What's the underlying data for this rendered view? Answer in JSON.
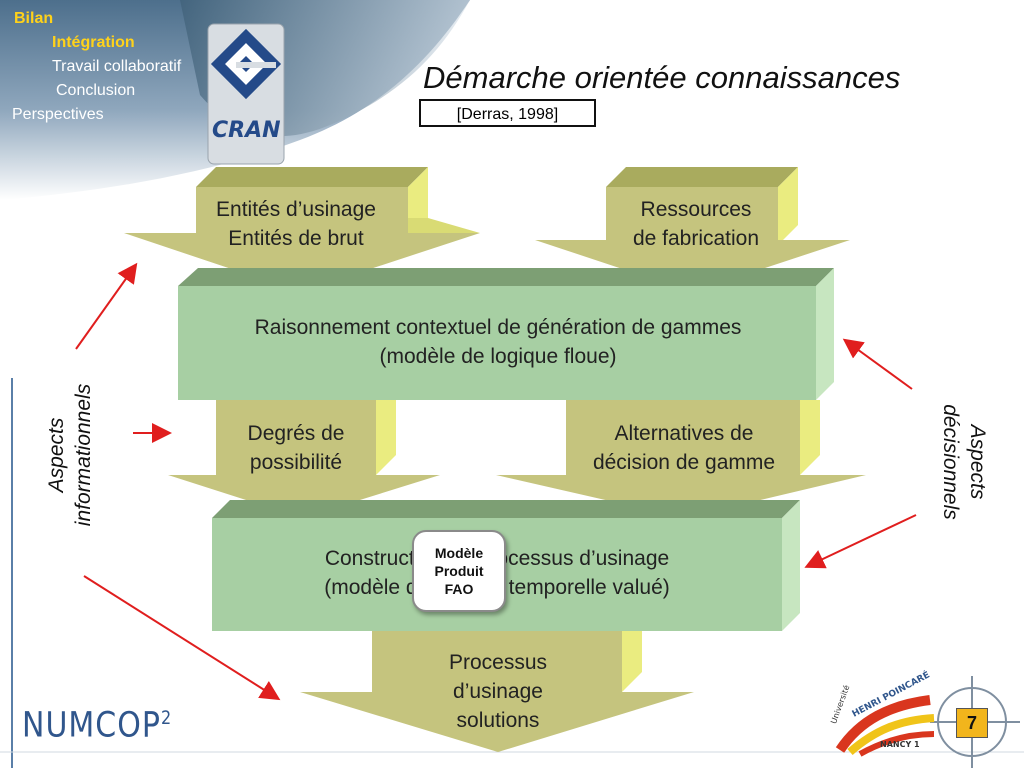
{
  "nav": {
    "items": [
      {
        "label": "Bilan",
        "active": true
      },
      {
        "label": "Intégration",
        "active": true
      },
      {
        "label": "Travail collaboratif",
        "active": false
      },
      {
        "label": "Conclusion",
        "active": false
      },
      {
        "label": "Perspectives",
        "active": false
      }
    ]
  },
  "logo": {
    "cran": "CRAN",
    "numcop": "NUMCOP",
    "numcop_sup": "2",
    "hp_univ": "Université",
    "hp_name": "HENRI POINCARÉ",
    "hp_city": "NANCY 1"
  },
  "title": "Démarche orientée connaissances",
  "reference": "[Derras, 1998]",
  "inputs": {
    "left": [
      "Entités d’usinage",
      "Entités de brut"
    ],
    "right": [
      "Ressources",
      "de fabrication"
    ]
  },
  "box1": [
    "Raisonnement contextuel de génération de gammes",
    "(modèle de logique floue)"
  ],
  "mid": {
    "left": [
      "Degrés de",
      "possibilité"
    ],
    "right": [
      "Alternatives de",
      "décision de gamme"
    ]
  },
  "box2": [
    "Construction de processus d’usinage",
    "(modèle de logique temporelle valué)"
  ],
  "badge": [
    "Modèle",
    "Produit",
    "FAO"
  ],
  "output": [
    "Processus",
    "d’usinage",
    "solutions"
  ],
  "side_left": [
    "Aspects",
    "informationnels"
  ],
  "side_right": [
    "Aspects",
    "décisionnels"
  ],
  "page_number": "7",
  "colors": {
    "arrow_face": "#c5c47e",
    "arrow_side": "#eaec80",
    "box_face": "#a7cfa3",
    "box_side": "#c7e6c0",
    "box_top": "#7d9f74",
    "red": "#e01e1e",
    "nav_active": "#ffd21a"
  }
}
